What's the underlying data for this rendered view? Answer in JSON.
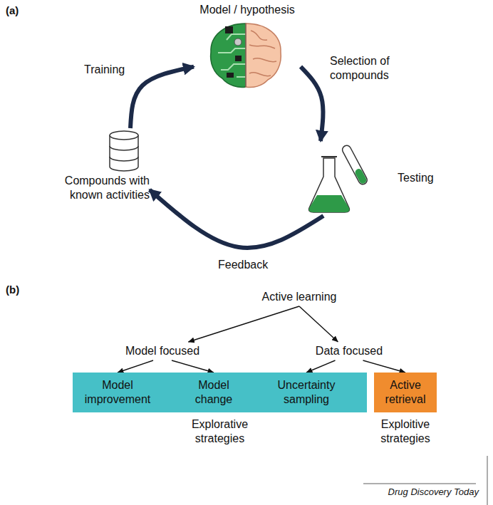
{
  "diagram": {
    "nodes": [
      {
        "text": [
          "Model / hypothesis"
        ]
      },
      {
        "text": [
          "Compounds with known activities"
        ]
      },
      {
        "text": [
          "Testing"
        ]
      },
      {
        "text": [
          "Active learning"
        ]
      },
      {
        "text": [
          "Model focused"
        ]
      },
      {
        "text": [
          "Data focused"
        ]
      },
      {
        "text": [
          "Explorative strategies"
        ]
      },
      {
        "text": [
          "Model improvement"
        ],
        "in": 6
      },
      {
        "text": [
          "Model change"
        ],
        "in": 6
      },
      {
        "text": [
          "Uncertainty sampling"
        ],
        "in": 6
      },
      {
        "text": [
          "Active retrieval",
          "Exploitive strategies"
        ]
      }
    ],
    "edges": [
      {
        "from": 1,
        "to": 0,
        "arrow": "to",
        "label": "Training"
      },
      {
        "from": 0,
        "to": 2,
        "arrow": "to",
        "label": "Selection of compounds"
      },
      {
        "from": 2,
        "to": 1,
        "arrow": "to",
        "label": "Feedback"
      },
      {
        "from": 3,
        "to": 4,
        "arrow": "to"
      },
      {
        "from": 3,
        "to": 5,
        "arrow": "to"
      },
      {
        "from": 4,
        "to": 7,
        "arrow": "to"
      },
      {
        "from": 4,
        "to": 8,
        "arrow": "to"
      },
      {
        "from": 5,
        "to": 9,
        "arrow": "to"
      },
      {
        "from": 5,
        "to": 10,
        "arrow": "to"
      }
    ],
    "labels": [
      "(a)",
      "(b)",
      "Drug Discovery Today"
    ]
  }
}
